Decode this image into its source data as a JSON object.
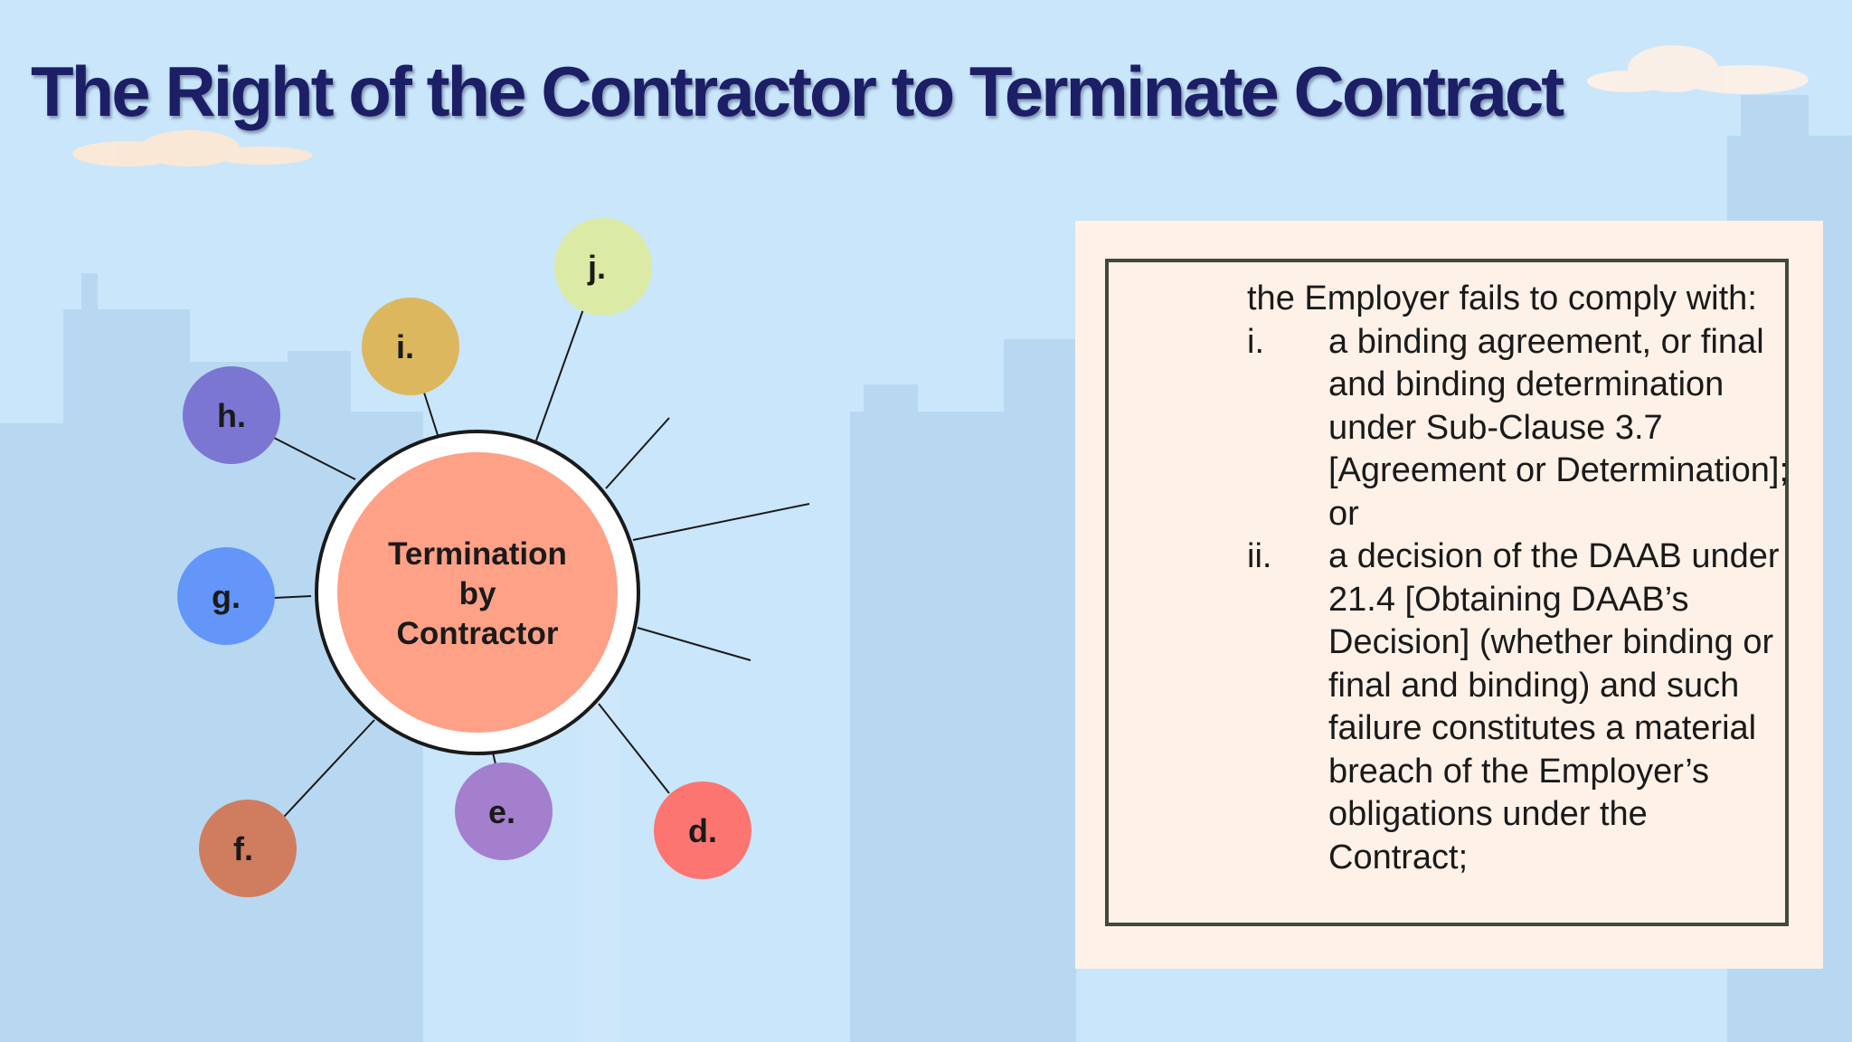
{
  "slide": {
    "title": "The Right of the Contractor to Terminate  Contract",
    "colors": {
      "background": "#c9e6fb",
      "skyline": "#b8d8f2",
      "title": "#1c1f66",
      "panel": "#fdf1e8",
      "panel_border": "#43493a"
    }
  },
  "diagram": {
    "center": {
      "lines": [
        "Termination",
        "by",
        "Contractor"
      ],
      "fill_color": "#fea187",
      "ring_color": "#ffffff"
    },
    "nodes": [
      {
        "label": "j.",
        "color": "#dbeba5"
      },
      {
        "label": "i.",
        "color": "#dcb75d"
      },
      {
        "label": "h.",
        "color": "#7b76d2"
      },
      {
        "label": "g.",
        "color": "#6495f9"
      },
      {
        "label": "f.",
        "color": "#d07c5e"
      },
      {
        "label": "e.",
        "color": "#a47fce"
      },
      {
        "label": "d.",
        "color": "#fd7571"
      }
    ]
  },
  "panel": {
    "intro": "the Employer fails to comply with:",
    "items": [
      {
        "marker": "i.",
        "text": "a binding agreement, or final and binding determination under Sub-Clause 3.7 [Agreement or Determination]; or"
      },
      {
        "marker": "ii.",
        "text": "a decision of the DAAB under 21.4 [Obtaining DAAB’s Decision] (whether binding or final and binding) and such failure constitutes a material breach of the Employer’s obligations under the Contract;"
      }
    ]
  }
}
